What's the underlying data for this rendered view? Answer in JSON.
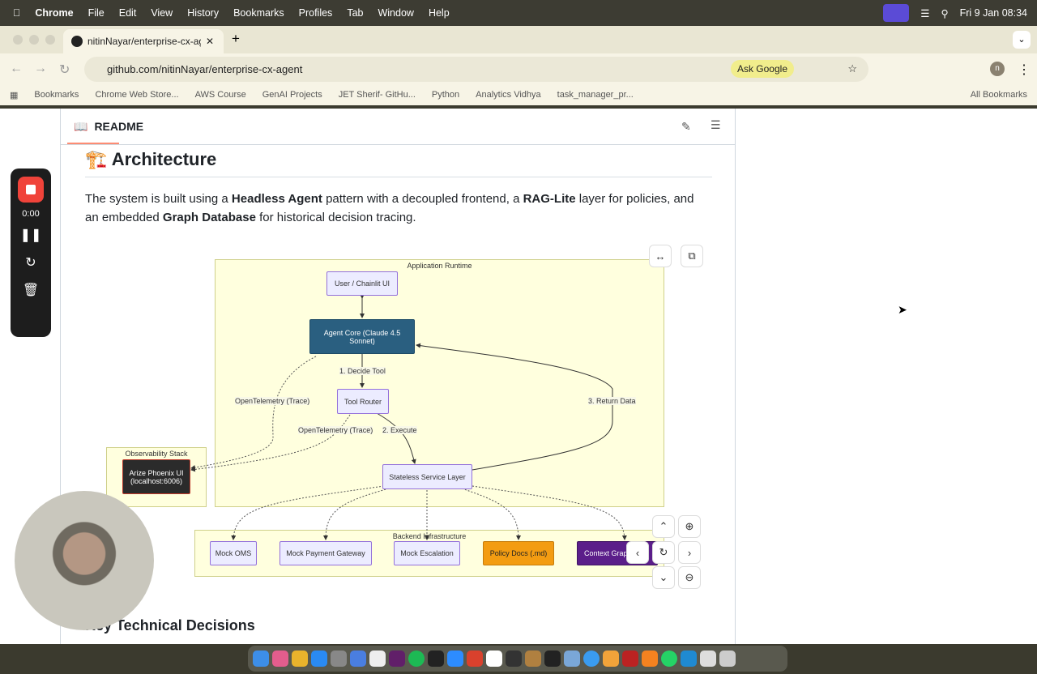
{
  "menubar": {
    "app": "Chrome",
    "items": [
      "File",
      "Edit",
      "View",
      "History",
      "Bookmarks",
      "Profiles",
      "Tab",
      "Window",
      "Help"
    ],
    "clock": "Fri 9 Jan  08:34"
  },
  "tab": {
    "title": "nitinNayar/enterprise-cx-agent",
    "new_tab": "+"
  },
  "toolbar": {
    "url": "github.com/nitinNayar/enterprise-cx-agent",
    "ask_google": "Ask Google",
    "profile": "n"
  },
  "bookmarks": {
    "items": [
      "Bookmarks",
      "Chrome Web Store...",
      "AWS Course",
      "GenAI Projects",
      "JET Sherif- GitHu...",
      "Python",
      "Analytics Vidhya",
      "task_manager_pr..."
    ],
    "all": "All Bookmarks"
  },
  "readme": {
    "tab": "README",
    "heading": "🏗️ Architecture",
    "para": [
      "The system is built using a ",
      "Headless Agent",
      " pattern with a decoupled frontend, a ",
      "RAG-Lite",
      " layer for policies, and an embedded ",
      "Graph Database",
      " for historical decision tracing."
    ],
    "next_heading": "Key Technical Decisions"
  },
  "diagram": {
    "clusters": {
      "runtime": "Application Runtime",
      "observability": "Observability Stack",
      "backend": "Backend Infrastructure"
    },
    "nodes": {
      "user": "User / Chainlit UI",
      "agent": "Agent Core (Claude 4.5 Sonnet)",
      "router": "Tool Router",
      "service": "Stateless Service Layer",
      "phoenix": "Arize Phoenix UI (localhost:6006)",
      "oms": "Mock OMS",
      "payment": "Mock Payment Gateway",
      "escalation": "Mock Escalation",
      "policy": "Policy Docs (.md)",
      "graph": "Context Grap"
    },
    "edges": {
      "decide": "1. Decide Tool",
      "execute": "2. Execute",
      "return": "3. Return Data",
      "trace1": "OpenTelemetry (Trace)",
      "trace2": "OpenTelemetry (Trace)"
    },
    "colors": {
      "agent": "#2a5f80",
      "policy": "#f39c12",
      "graph": "#5b1e8a",
      "phoenix": "#2b2b2b"
    }
  },
  "recorder": {
    "time": "0:00"
  }
}
